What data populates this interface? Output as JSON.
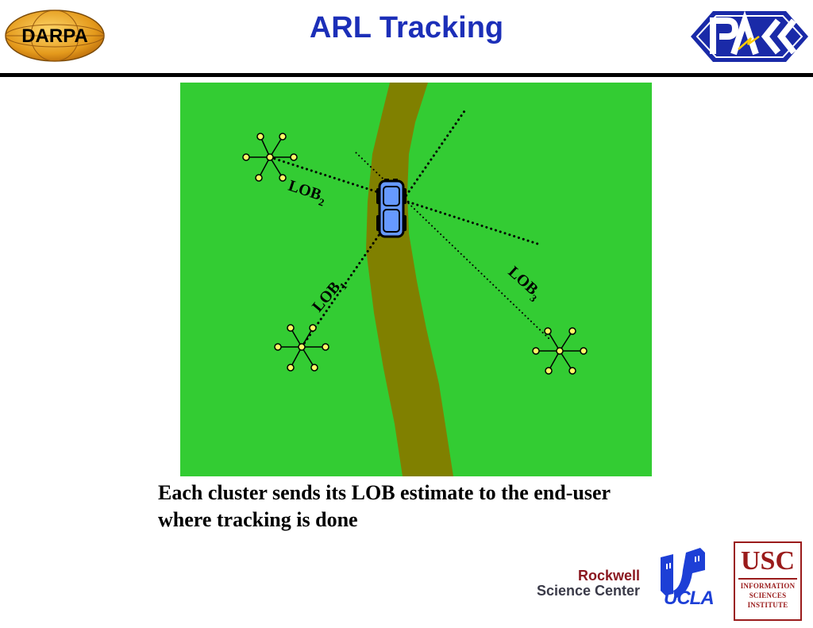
{
  "header": {
    "title": "ARL Tracking",
    "left_logo_text": "DARPA"
  },
  "scene": {
    "colors": {
      "field": "#33cc33",
      "road": "#808000",
      "vehicle": "#6699ff",
      "sensor_node": "#ffff66"
    },
    "labels": {
      "lob1_base": "LOB",
      "lob1_sub": "1",
      "lob2_base": "LOB",
      "lob2_sub": "2",
      "lob3_base": "LOB",
      "lob3_sub": "3"
    }
  },
  "caption": {
    "line1": "Each cluster sends its LOB estimate to the end-user",
    "line2": "where tracking is done"
  },
  "footer_logos": {
    "rockwell_line1": "Rockwell",
    "rockwell_line2": "Science Center",
    "ucla": "UCLA",
    "usc_main": "USC",
    "usc_line1": "INFORMATION",
    "usc_line2": "SCIENCES",
    "usc_line3": "INSTITUTE"
  }
}
